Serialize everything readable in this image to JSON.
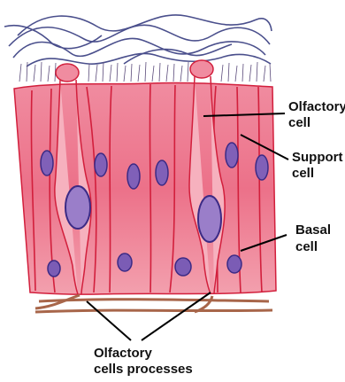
{
  "labels": {
    "olfactory_cell_l1": "Olfactory",
    "olfactory_cell_l2": "cell",
    "support_cell_l1": "Support",
    "support_cell_l2": "cell",
    "basal_cell_l1": "Basal",
    "basal_cell_l2": "cell",
    "processes_l1": "Olfactory",
    "processes_l2": "cells processes"
  },
  "colors": {
    "tissue": "#ee7d93",
    "cell_border": "#d21f3c",
    "nucleus": "#5b3fa3",
    "nucleus_fill": "#9a7ec9",
    "cilia": "#4a4f8c",
    "fiber": "#a8664a"
  }
}
